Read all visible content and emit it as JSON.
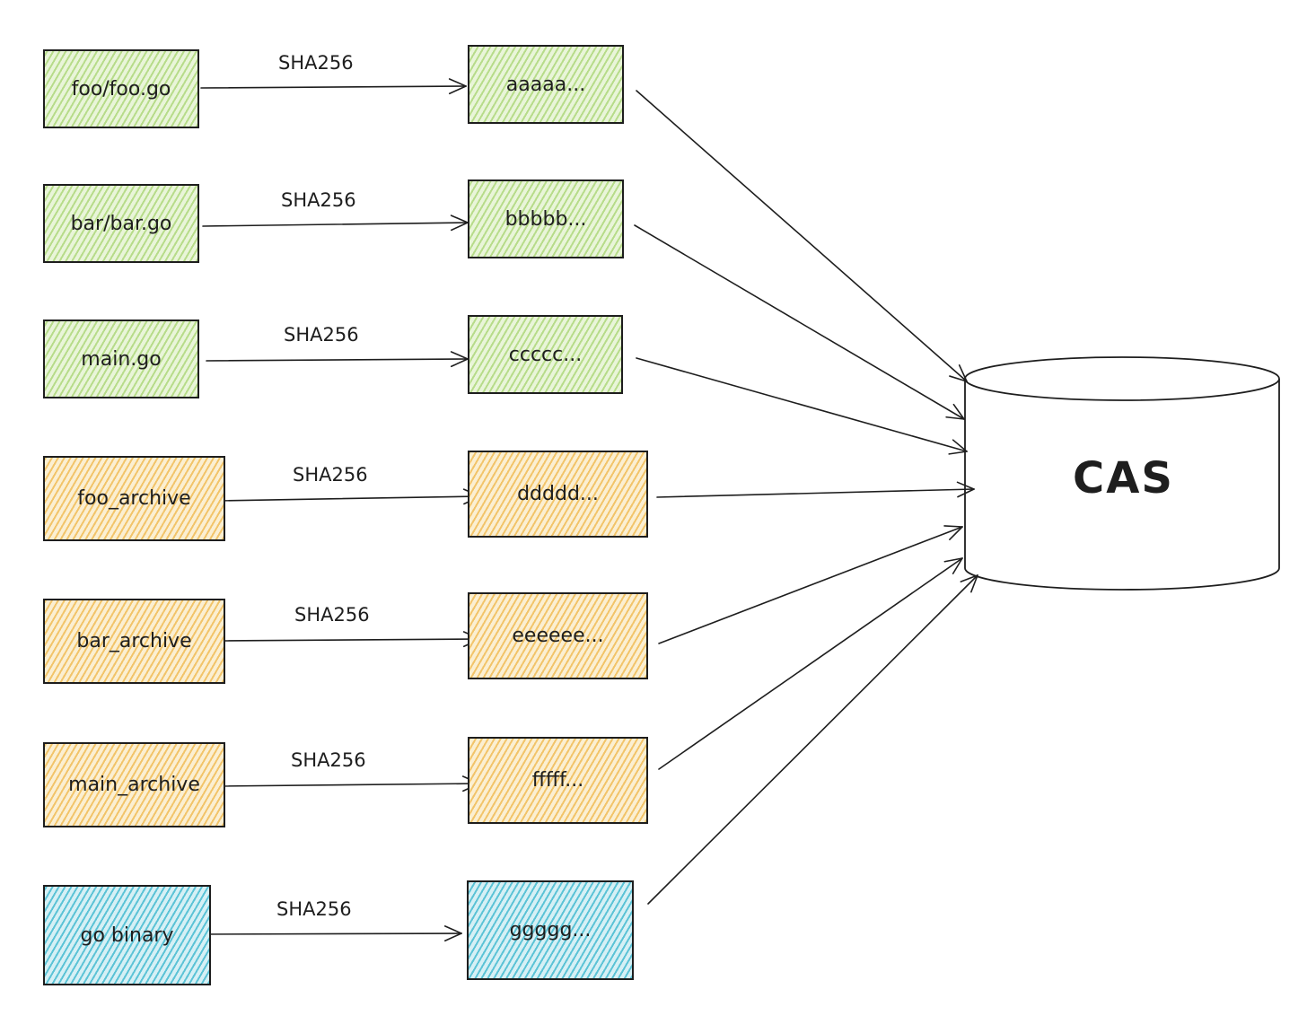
{
  "rows": [
    {
      "source": "foo/foo.go",
      "hash_label": "SHA256",
      "digest": "aaaaa...",
      "color": "green"
    },
    {
      "source": "bar/bar.go",
      "hash_label": "SHA256",
      "digest": "bbbbb...",
      "color": "green"
    },
    {
      "source": "main.go",
      "hash_label": "SHA256",
      "digest": "ccccc...",
      "color": "green"
    },
    {
      "source": "foo_archive",
      "hash_label": "SHA256",
      "digest": "ddddd...",
      "color": "orange"
    },
    {
      "source": "bar_archive",
      "hash_label": "SHA256",
      "digest": "eeeeee...",
      "color": "orange"
    },
    {
      "source": "main_archive",
      "hash_label": "SHA256",
      "digest": "fffff...",
      "color": "orange"
    },
    {
      "source": "go binary",
      "hash_label": "SHA256",
      "digest": "ggggg...",
      "color": "blue"
    }
  ],
  "store": {
    "label": "CAS"
  },
  "colors": {
    "green": "#b7dc8a",
    "orange": "#f2c46a",
    "blue": "#5cc3d6",
    "stroke": "#1e1e1e"
  }
}
